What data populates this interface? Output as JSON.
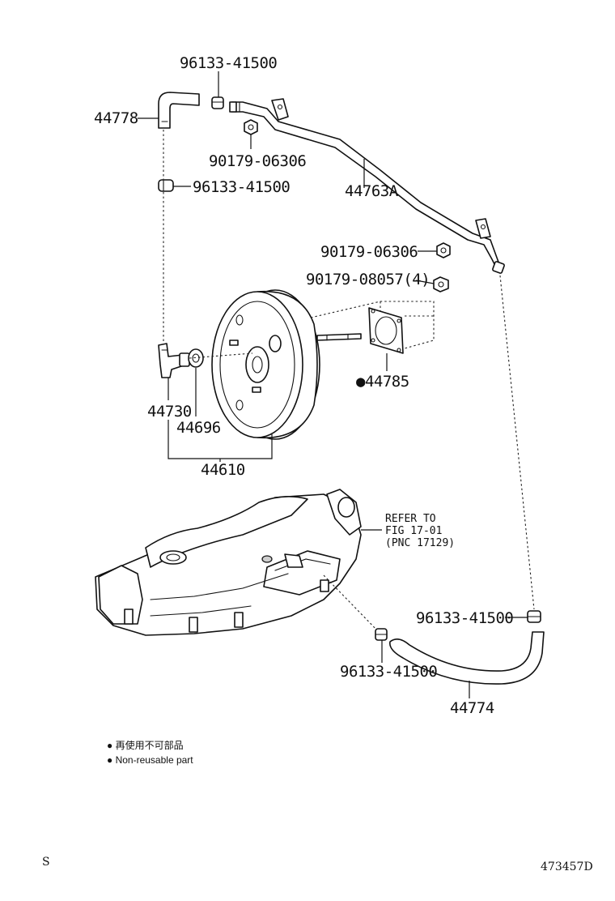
{
  "labels": {
    "p96133_top": "96133-41500",
    "p44778": "44778",
    "p90179_top": "90179-06306",
    "p96133_left": "96133-41500",
    "p44763A": "44763A",
    "p90179_right": "90179-06306",
    "p90179_08057": "90179-08057(4)",
    "p44785": "●44785",
    "p44730": "44730",
    "p44696": "44696",
    "p44610": "44610",
    "ref_line1": "REFER TO",
    "ref_line2": "FIG 17-01",
    "ref_line3": "(PNC 17129)",
    "p96133_right": "96133-41500",
    "p96133_bottom": "96133-41500",
    "p44774": "44774"
  },
  "legend": {
    "line1": "● 再使用不可部品",
    "line2": "● Non-reusable part"
  },
  "footer": {
    "left": "S",
    "right": "473457D"
  }
}
